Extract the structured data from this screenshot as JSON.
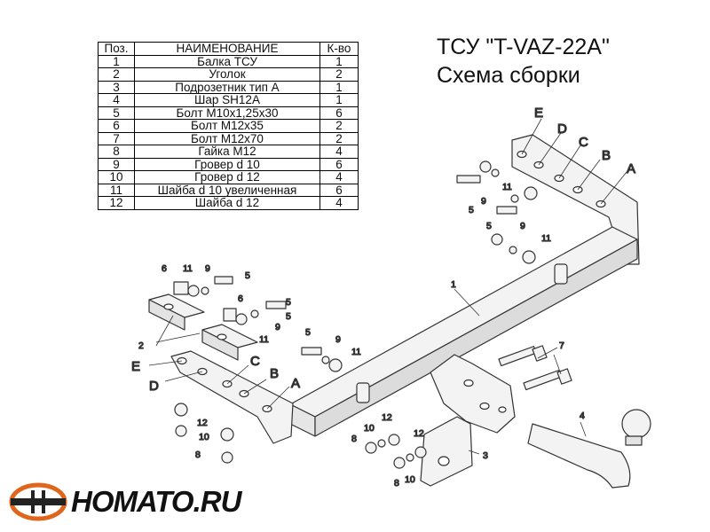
{
  "title": "ТСУ \"T-VAZ-22A\"",
  "subtitle": "Схема сборки",
  "table": {
    "headers": [
      "Поз.",
      "НАИМЕНОВАНИЕ",
      "К-во"
    ],
    "rows": [
      [
        "1",
        "Балка ТСУ",
        "1"
      ],
      [
        "2",
        "Уголок",
        "2"
      ],
      [
        "3",
        "Подрозетник тип А",
        "1"
      ],
      [
        "4",
        "Шар SH12A",
        "1"
      ],
      [
        "5",
        "Болт М10х1,25х30",
        "6"
      ],
      [
        "6",
        "Болт М12х35",
        "2"
      ],
      [
        "7",
        "Болт М12х70",
        "2"
      ],
      [
        "8",
        "Гайка М12",
        "4"
      ],
      [
        "9",
        "Гровер d 10",
        "6"
      ],
      [
        "10",
        "Гровер d 12",
        "4"
      ],
      [
        "11",
        "Шайба d 10 увеличенная",
        "6"
      ],
      [
        "12",
        "Шайба d 12",
        "4"
      ]
    ]
  },
  "labels": {
    "hole_e": "E",
    "hole_d": "D",
    "hole_c": "C",
    "hole_b": "B",
    "hole_a": "A",
    "p1": "1",
    "p2": "2",
    "p3": "3",
    "p4": "4",
    "p5": "5",
    "p6": "6",
    "p7": "7",
    "p8": "8",
    "p9": "9",
    "p10": "10",
    "p11": "11",
    "p12": "12"
  },
  "logo": {
    "text": "HOMATO.RU",
    "accent_color": "#e0661c",
    "dark_color": "#222222"
  },
  "colors": {
    "line": "#333333",
    "fill": "#f3f3f3"
  }
}
